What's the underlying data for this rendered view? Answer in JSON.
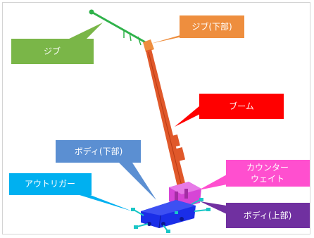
{
  "labels": {
    "jib": "ジブ",
    "jib_lower": "ジブ(下部)",
    "boom": "ブーム",
    "counterweight_line1": "カウンター",
    "counterweight_line2": "ウェイト",
    "body_lower": "ボディ(下部)",
    "outrigger": "アウトリガー",
    "body_upper": "ボディ(上部)"
  },
  "colors": {
    "jib": "#7ab648",
    "jib_tip": "#2fb24a",
    "jib_lower": "#ee8e3e",
    "boom": "#ff0000",
    "boom_part": "#e0582a",
    "counterweight": "#ff4fcf",
    "counterweight_part": "#d645d6",
    "body_lower": "#5b8fd2",
    "body_lower_part": "#1a2ee8",
    "outrigger": "#00b0f0",
    "outrigger_part": "#19c6c6",
    "body_upper": "#7030a0"
  }
}
